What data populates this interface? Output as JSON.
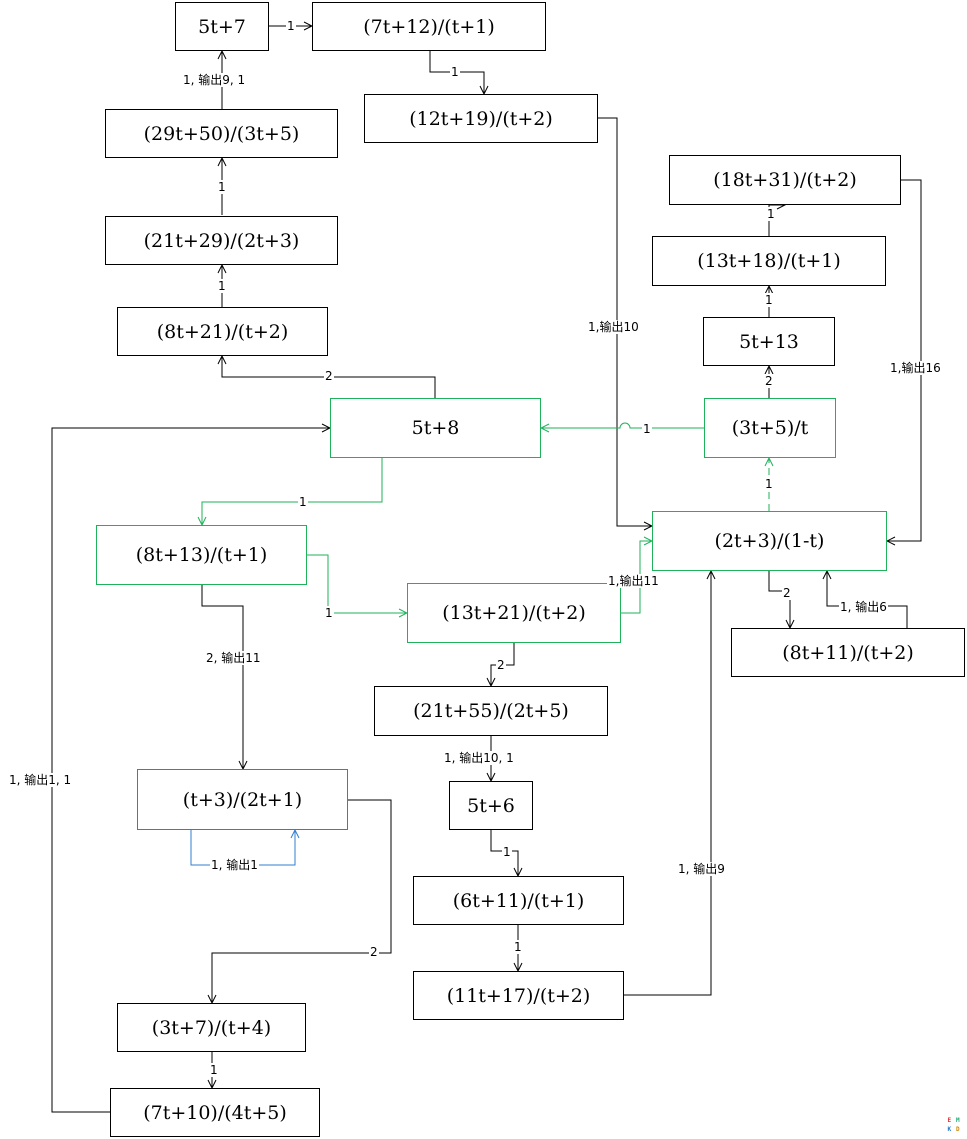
{
  "nodes": {
    "n5t7": "5t+7",
    "n7t12": "(7t+12)/(t+1)",
    "n12t19": "(12t+19)/(t+2)",
    "n29t50": "(29t+50)/(3t+5)",
    "n21t29": "(21t+29)/(2t+3)",
    "n8t21": "(8t+21)/(t+2)",
    "n18t31": "(18t+31)/(t+2)",
    "n13t18": "(13t+18)/(t+1)",
    "n5t13": "5t+13",
    "n3t5": "(3t+5)/t",
    "n5t8": "5t+8",
    "n8t13": "(8t+13)/(t+1)",
    "n2t3": "(2t+3)/(1-t)",
    "n13t21": "(13t+21)/(t+2)",
    "n8t11": "(8t+11)/(t+2)",
    "n21t55": "(21t+55)/(2t+5)",
    "n5t6": "5t+6",
    "nt3": "(t+3)/(2t+1)",
    "n6t11": "(6t+11)/(t+1)",
    "n11t17": "(11t+17)/(t+2)",
    "n3t7": "(3t+7)/(t+4)",
    "n7t10": "(7t+10)/(4t+5)"
  },
  "edge_labels": {
    "e_5t7_7t12": "1",
    "e_7t12_12t19": "1",
    "e_29t50_5t7": "1, 输出9, 1",
    "e_21t29_29t50": "1",
    "e_8t21_21t29": "1",
    "e_5t8_8t21": "2",
    "e_12t19_2t3": "1,输出10",
    "e_13t18_18t31": "1",
    "e_5t13_13t18": "1",
    "e_3t5_5t13": "2",
    "e_3t5_5t8": "1",
    "e_2t3_3t5": "1",
    "e_18t31_2t3": "1,输出16",
    "e_5t8_8t13": "1",
    "e_8t13_13t21": "1",
    "e_13t21_2t3": "1,输出11",
    "e_2t3_8t11": "2",
    "e_8t11_2t3": "1, 输出6",
    "e_13t21_21t55": "2",
    "e_21t55_5t6": "1, 输出10, 1",
    "e_8t13_t3": "2, 输出11",
    "e_t3_loop": "1, 输出1",
    "e_5t6_6t11": "1",
    "e_6t11_11t17": "1",
    "e_11t17_2t3": "1, 输出9",
    "e_t3_3t7": "2",
    "e_3t7_7t10": "1",
    "e_7t10_5t8": "1, 输出1, 1"
  },
  "colors": {
    "default": "#000000",
    "green": "#1fb25a",
    "blue": "#2f7fd1"
  },
  "logo_text": [
    "E",
    "M",
    "K",
    "D"
  ]
}
